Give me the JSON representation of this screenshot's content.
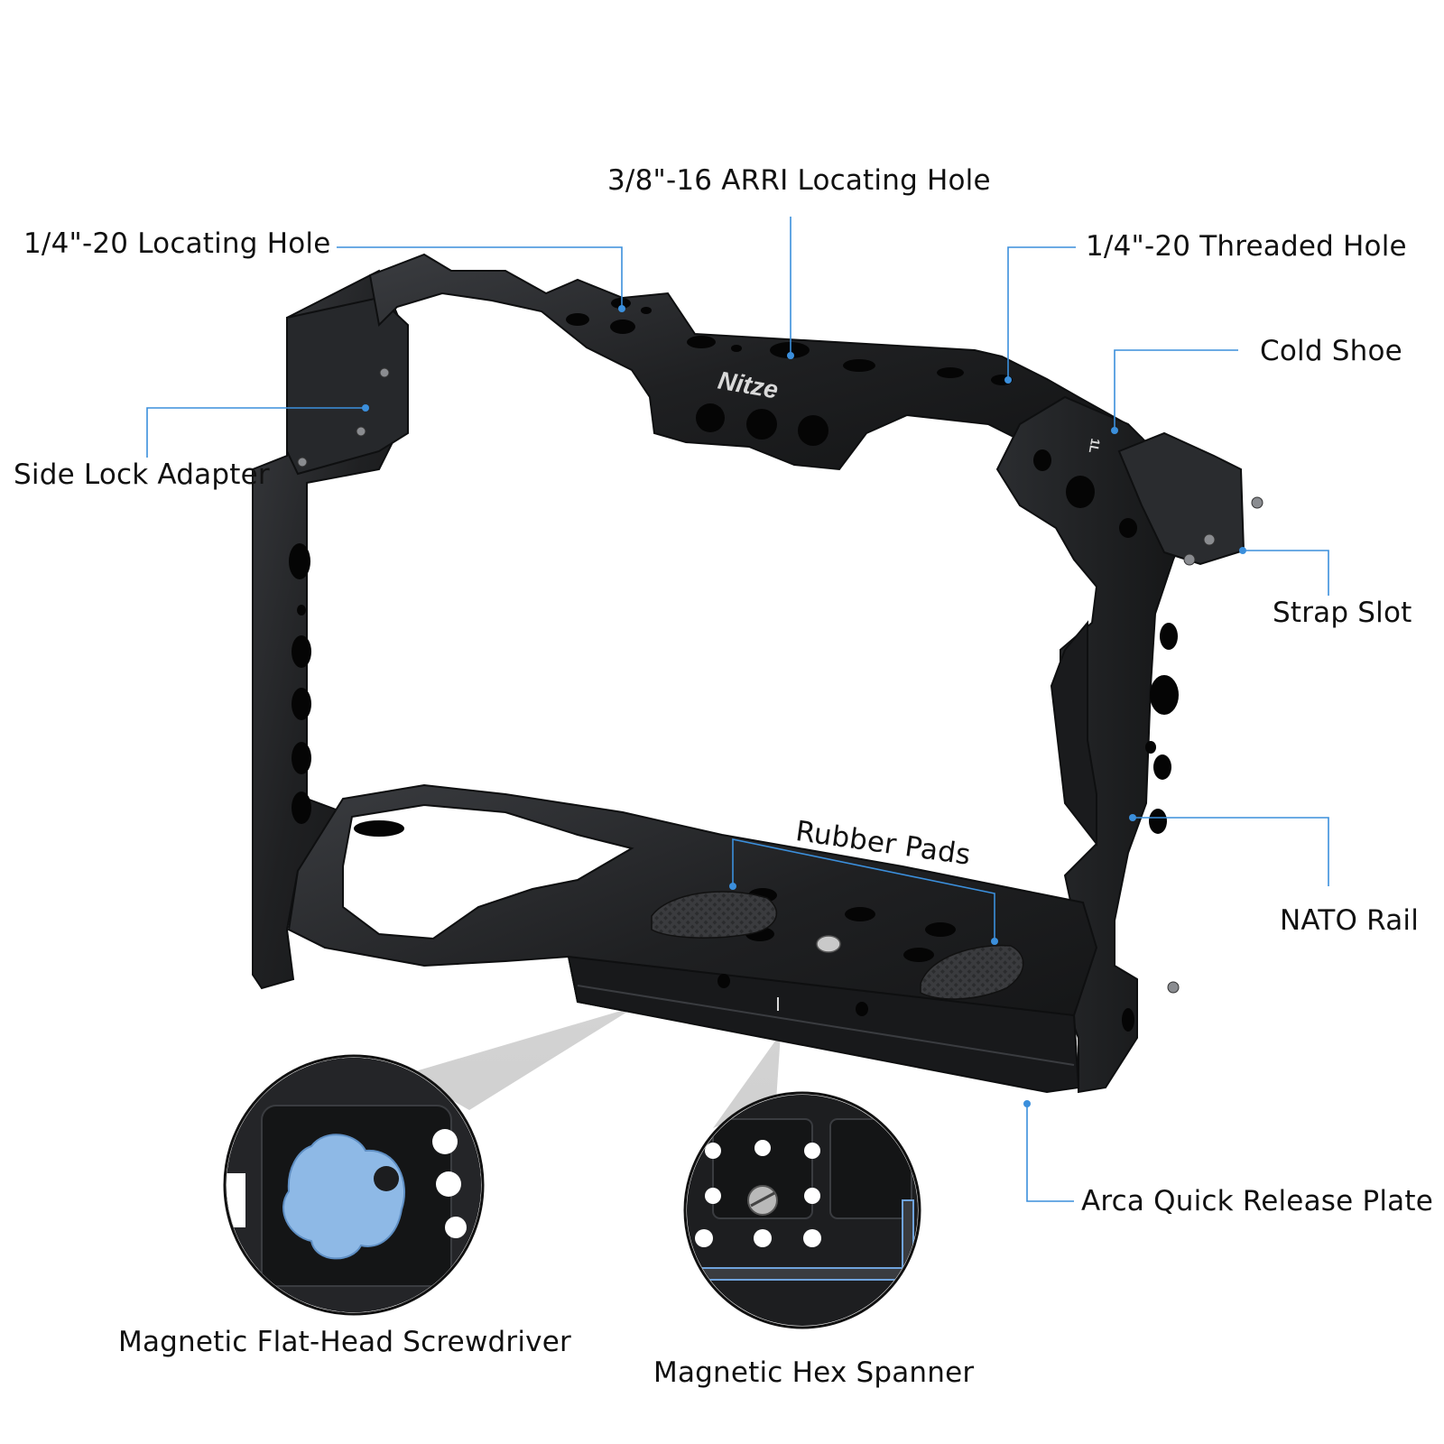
{
  "colors": {
    "background": "#ffffff",
    "frame": "#1f2022",
    "frame_edge": "#3a3c40",
    "leader": "#3b8fdc",
    "pad": "#3a3b3e",
    "screwdriver_accent": "#8eb9e6"
  },
  "brand": {
    "logo_text": "Nitze",
    "top_plate_mark": "1L"
  },
  "callouts": {
    "locating_hole_14": "1/4\"-20 Locating Hole",
    "arri_hole": "3/8\"-16 ARRI Locating Hole",
    "threaded_hole_14": "1/4\"-20 Threaded Hole",
    "cold_shoe": "Cold Shoe",
    "side_lock_adapter": "Side Lock Adapter",
    "strap_slot": "Strap Slot",
    "rubber_pads": "Rubber Pads",
    "nato_rail": "NATO Rail",
    "arca_plate": "Arca Quick Release Plate",
    "screwdriver": "Magnetic Flat-Head Screwdriver",
    "hex_spanner": "Magnetic Hex Spanner"
  },
  "icons": {
    "screwdriver_inset": "magnetic-screwdriver-icon",
    "hex_spanner_inset": "hex-key-icon"
  }
}
